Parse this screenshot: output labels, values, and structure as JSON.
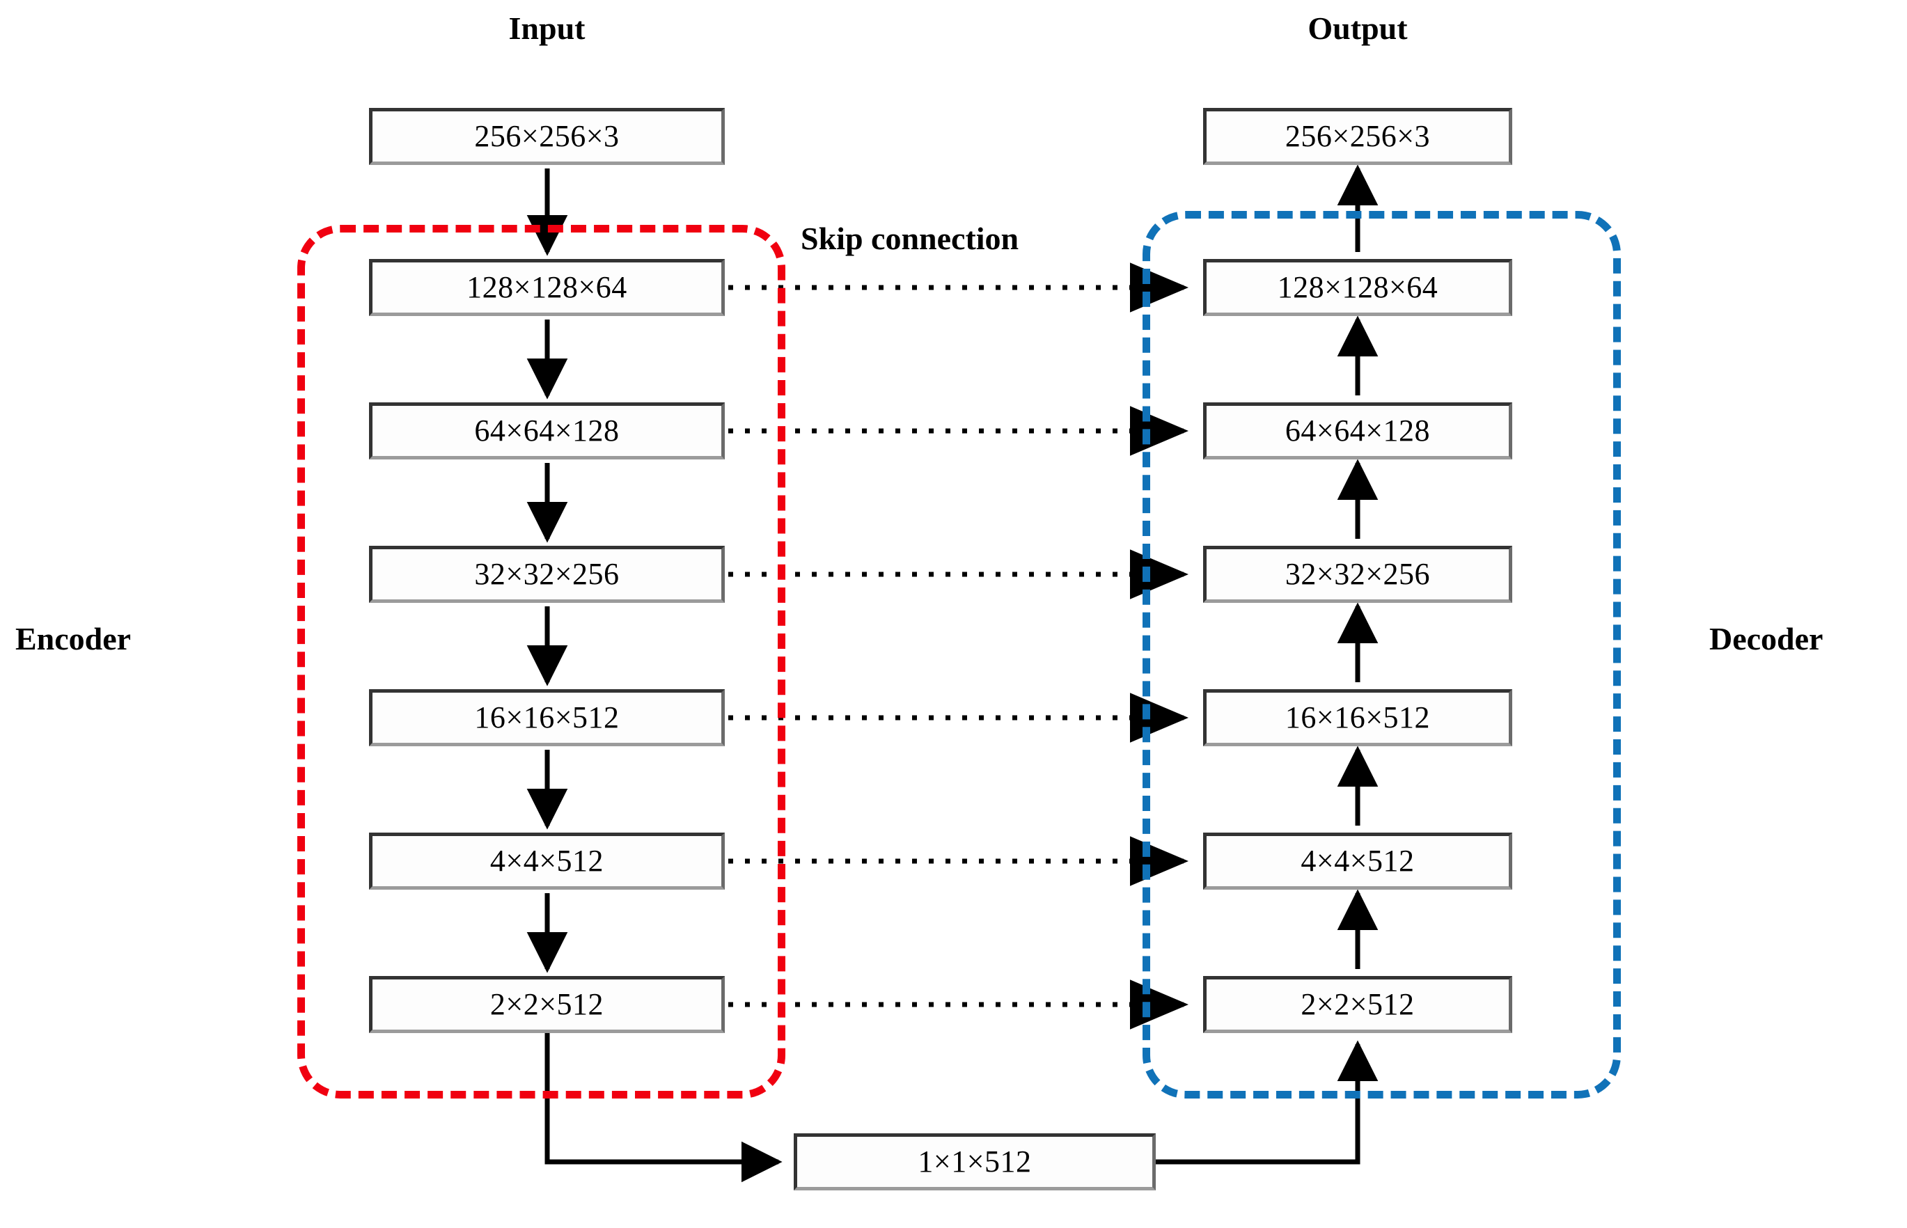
{
  "diagram": {
    "title_input": "Input",
    "title_output": "Output",
    "label_skip": "Skip connection",
    "label_encoder": "Encoder",
    "label_decoder": "Decoder",
    "colors": {
      "encoder_frame": "#f00010",
      "decoder_frame": "#1072b8",
      "box_border_dark": "#333333",
      "box_border_light": "#9b9b9b",
      "box_fill": "#fdfdfd",
      "arrow": "#000000"
    },
    "encoder_boxes": [
      {
        "label": "256×256×3"
      },
      {
        "label": "128×128×64"
      },
      {
        "label": "64×64×128"
      },
      {
        "label": "32×32×256"
      },
      {
        "label": "16×16×512"
      },
      {
        "label": "4×4×512"
      },
      {
        "label": "2×2×512"
      }
    ],
    "decoder_boxes": [
      {
        "label": "256×256×3"
      },
      {
        "label": "128×128×64"
      },
      {
        "label": "64×64×128"
      },
      {
        "label": "32×32×256"
      },
      {
        "label": "16×16×512"
      },
      {
        "label": "4×4×512"
      },
      {
        "label": "2×2×512"
      }
    ],
    "bottleneck": {
      "label": "1×1×512"
    },
    "skip_connections": [
      {
        "from": "128×128×64",
        "to": "128×128×64"
      },
      {
        "from": "64×64×128",
        "to": "64×64×128"
      },
      {
        "from": "32×32×256",
        "to": "32×32×256"
      },
      {
        "from": "16×16×512",
        "to": "16×16×512"
      },
      {
        "from": "4×4×512",
        "to": "4×4×512"
      },
      {
        "from": "2×2×512",
        "to": "2×2×512"
      }
    ]
  }
}
